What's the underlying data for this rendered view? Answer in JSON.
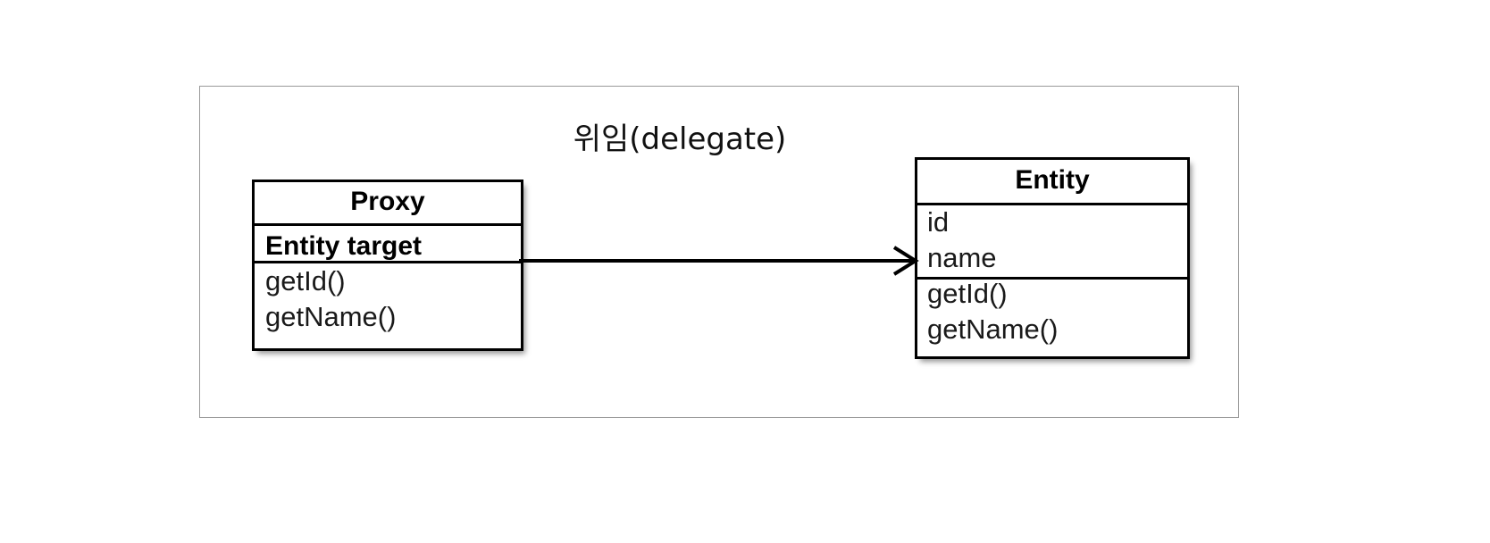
{
  "diagram": {
    "type": "uml-class-diagram",
    "background_color": "#ffffff",
    "frame_border_color": "#9a9a9a",
    "stroke_color": "#000000",
    "relationship": {
      "label": "위임(delegate)",
      "from": "Proxy",
      "to": "Entity",
      "arrow_style": "open-arrowhead",
      "direction": "left-to-right"
    },
    "classes": [
      {
        "name": "Proxy",
        "attributes": [
          "Entity target"
        ],
        "attributes_bold": true,
        "methods": [
          "getId()",
          "getName()"
        ]
      },
      {
        "name": "Entity",
        "attributes": [
          "id",
          "name"
        ],
        "attributes_bold": false,
        "methods": [
          "getId()",
          "getName()"
        ]
      }
    ]
  }
}
